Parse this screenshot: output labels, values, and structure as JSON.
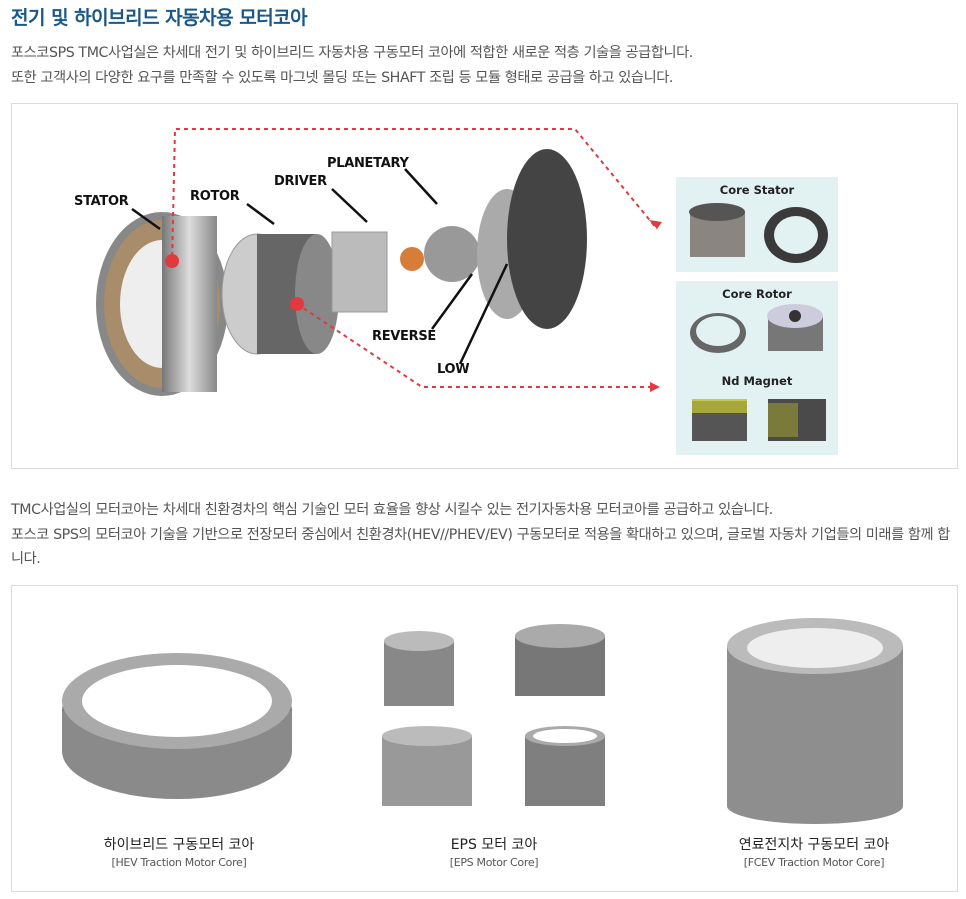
{
  "title": "전기 및 하이브리드 자동차용 모터코아",
  "intro": [
    "포스코SPS TMC사업실은 차세대 전기 및 하이브리드 자동차용 구동모터 코아에 적합한 새로운 적층 기술을 공급합니다.",
    "또한 고객사의 다양한 요구를 만족할 수 있도록 마그넷 몰딩 또는 SHAFT 조립 등 모듈 형태로 공급을 하고 있습니다."
  ],
  "diagram": {
    "labels": {
      "stator": "STATOR",
      "rotor": "ROTOR",
      "driver": "DRIVER",
      "planetary": "PLANETARY",
      "reverse": "REVERSE",
      "low": "LOW"
    },
    "panels": {
      "core_stator": "Core Stator",
      "core_rotor": "Core Rotor",
      "nd_magnet": "Nd Magnet"
    },
    "accent": "#e03a3e"
  },
  "body": [
    "TMC사업실의 모터코아는 차세대 친환경차의 핵심 기술인 모터 효율을 향상 시킬수 있는 전기자동차용 모터코아를 공급하고 있습니다.",
    "포스코 SPS의 모터코아 기술을 기반으로 전장모터 중심에서 친환경차(HEV//PHEV/EV) 구동모터로 적용을 확대하고 있으며, 글로벌 자동차 기업들의 미래를 함께 합니다."
  ],
  "products": [
    {
      "ko": "하이브리드 구동모터 코아",
      "en": "[HEV Traction Motor Core]"
    },
    {
      "ko": "EPS 모터 코아",
      "en": "[EPS Motor Core]"
    },
    {
      "ko": "연료전지차 구동모터 코아",
      "en": "[FCEV Traction Motor Core]"
    }
  ]
}
